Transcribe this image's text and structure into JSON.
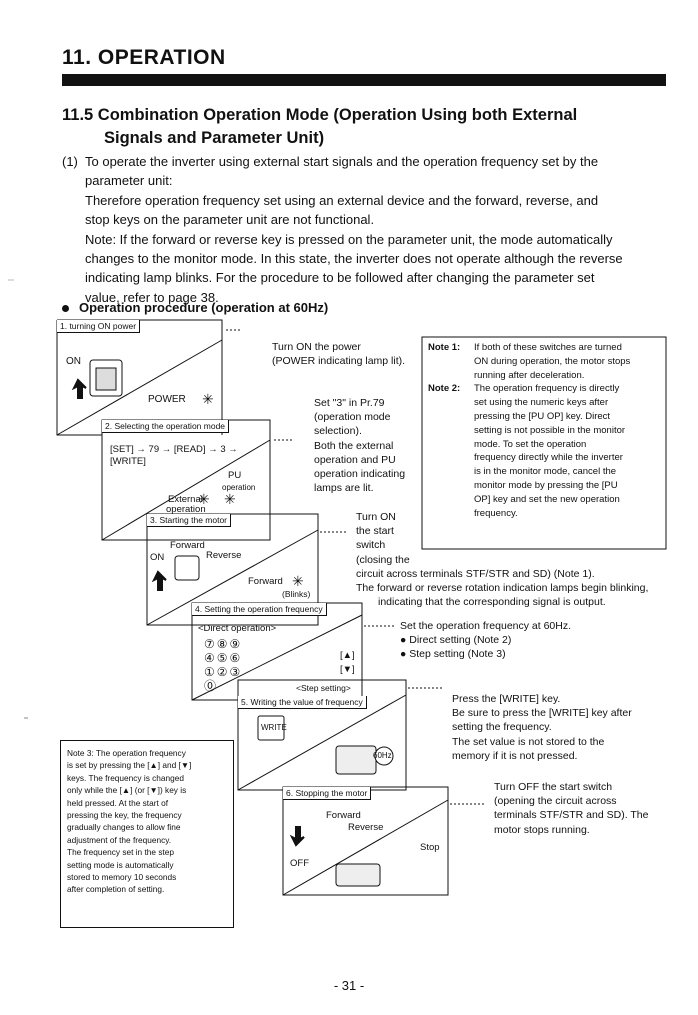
{
  "chapter_title": "11. OPERATION",
  "section_title_1": "11.5 Combination Operation Mode (Operation Using both External",
  "section_title_2": "Signals and Parameter Unit)",
  "item_number": "(1)",
  "para_lines": [
    "To operate the inverter using external start signals and the operation frequency set by the",
    "parameter unit:",
    "Therefore operation frequency set using an external device and the forward, reverse, and",
    "stop keys on the parameter unit are not functional.",
    "Note: If the forward or reverse key is pressed on the parameter unit, the mode automatically",
    "changes to the monitor mode. In this state, the inverter does not operate although the reverse",
    "indicating lamp blinks. For the procedure to be followed after changing the parameter set",
    "value, refer to page 38."
  ],
  "procedure_heading": "Operation procedure (operation at 60Hz)",
  "steps": {
    "s1": {
      "label": "1. turning ON power",
      "on": "ON",
      "power": "POWER"
    },
    "s2": {
      "label": "2. Selecting the operation mode",
      "keys1": "[SET] → 79 → [READ] → 3 →",
      "keys2": "[WRITE]",
      "pu": "PU",
      "operation": "operation",
      "external": "External",
      "external2": "operation"
    },
    "s3": {
      "label": "3. Starting the motor",
      "forward": "Forward",
      "on": "ON",
      "reverse": "Reverse",
      "forward2": "Forward",
      "blinks": "(Blinks)"
    },
    "s4": {
      "label": "4. Setting the operation frequency",
      "direct": "<Direct operation>",
      "keys_a": "⑦⑧⑨",
      "keys_b": "④⑤⑥",
      "keys_c": "①②③",
      "keys_d": "⓪",
      "up": "[▲]",
      "down": "[▼]",
      "step": "<Step setting>"
    },
    "s5": {
      "label": "5. Writing the value of frequency",
      "write": "WRITE",
      "hz": "60Hz"
    },
    "s6": {
      "label": "6. Stopping the motor",
      "forward": "Forward",
      "reverse": "Reverse",
      "stop": "Stop",
      "off": "OFF"
    }
  },
  "desc1": [
    "Turn ON the power",
    "(POWER indicating lamp lit)."
  ],
  "desc2": [
    "Set \"3\" in Pr.79",
    "(operation mode",
    "selection).",
    "Both the external",
    "operation and PU",
    "operation indicating",
    "lamps are lit."
  ],
  "desc3": [
    "Turn ON",
    "the start",
    "switch",
    "(closing the",
    "circuit across terminals STF/STR and SD) (Note 1).",
    "The forward or reverse rotation indication lamps begin blinking,",
    "indicating that the corresponding signal is output."
  ],
  "desc4": [
    "Set the operation frequency at 60Hz.",
    "Direct setting   (Note 2)",
    "Step setting    (Note 3)"
  ],
  "desc5": [
    "Press the [WRITE] key.",
    "Be sure to press the [WRITE] key after",
    "setting the frequency.",
    "The set value is not stored to the",
    "memory if it is not pressed."
  ],
  "desc6": [
    "Turn OFF the start switch",
    "(opening the circuit across",
    "terminals STF/STR and SD). The",
    "motor stops running."
  ],
  "notes": {
    "n1_tag": "Note 1:",
    "n1": [
      "If both of these switches are turned",
      "ON during operation, the motor stops",
      "running after deceleration."
    ],
    "n2_tag": "Note 2:",
    "n2": [
      "The operation frequency is directly",
      "set using the numeric keys after",
      "pressing the [PU OP] key. Direct",
      "setting is not possible in the monitor",
      "mode. To set the operation",
      "frequency directly while the inverter",
      "is in the monitor mode, cancel the",
      "monitor mode by pressing the [PU",
      "OP] key and set the new operation",
      "frequency."
    ]
  },
  "note3": [
    "Note 3: The operation frequency",
    "is set by pressing the [▲] and [▼]",
    "keys. The frequency is changed",
    "only while the [▲] (or [▼]) key is",
    "held pressed. At the start of",
    "pressing the key, the frequency",
    "gradually changes to allow fine",
    "adjustment of the frequency.",
    "The frequency set in the step",
    "setting mode is automatically",
    "stored to memory 10 seconds",
    "after completion of setting."
  ],
  "page_number": "- 31 -"
}
